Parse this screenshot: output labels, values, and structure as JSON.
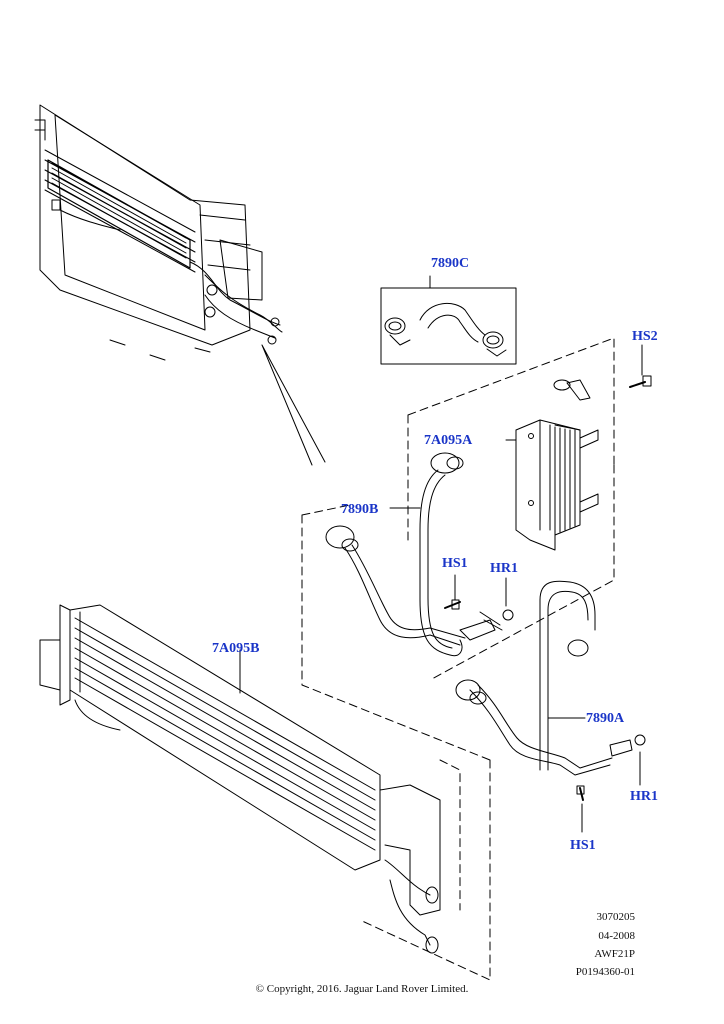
{
  "callouts": {
    "c7890C": "7890C",
    "cHS2": "HS2",
    "c7A095A": "7A095A",
    "c7890B": "7890B",
    "cHS1_a": "HS1",
    "cHR1_a": "HR1",
    "c7A095B": "7A095B",
    "c7890A": "7890A",
    "cHR1_b": "HR1",
    "cHS1_b": "HS1"
  },
  "info_block": {
    "line1": "3070205",
    "line2": "04-2008",
    "line3": "AWF21P",
    "line4": "P0194360-01"
  },
  "copyright": "© Copyright, 2016. Jaguar Land Rover Limited.",
  "colors": {
    "callout": "#1a35c8",
    "line": "#000000"
  }
}
